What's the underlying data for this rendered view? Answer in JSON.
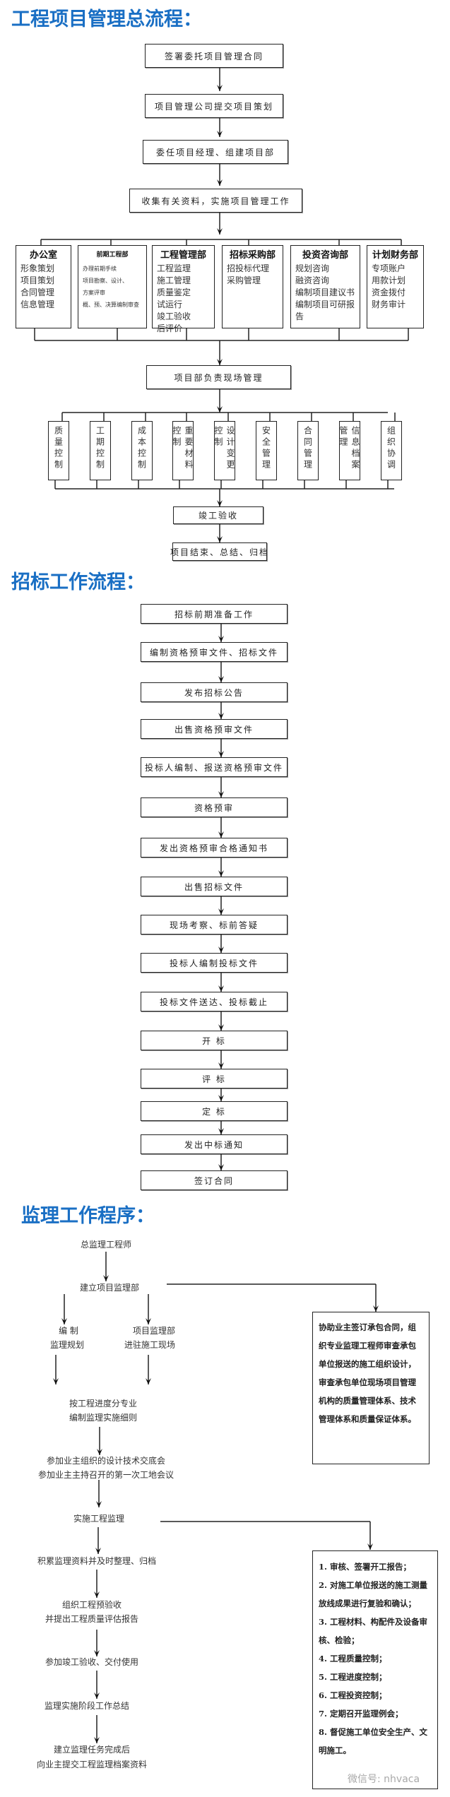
{
  "section1": {
    "title": "工程项目管理总流程：",
    "steps": [
      "签署委托项目管理合同",
      "项目管理公司提交项目策划",
      "委任项目经理、组建项目部",
      "收集有关资料，实施项目管理工作"
    ],
    "departments": [
      {
        "name": "办公室",
        "items": [
          "形象策划",
          "项目策划",
          "合同管理",
          "信息管理"
        ]
      },
      {
        "name": "前期工程部",
        "items": [
          "办理前期手续",
          "项目勘察、设计、",
          "方案评审",
          "概、预、决算编制审查"
        ]
      },
      {
        "name": "工程管理部",
        "items": [
          "工程监理",
          "施工管理",
          "质量鉴定",
          "试运行",
          "竣工验收",
          "后评价"
        ]
      },
      {
        "name": "招标采购部",
        "items": [
          "招投标代理",
          "采购管理"
        ]
      },
      {
        "name": "投资咨询部",
        "items": [
          "规划咨询",
          "融资咨询",
          "编制项目建议书",
          "编制项目可研报告"
        ]
      },
      {
        "name": "计划财务部",
        "items": [
          "专项账户",
          "用款计划",
          "资金拨付",
          "财务审计"
        ]
      }
    ],
    "site_management": "项目部负责现场管理",
    "controls": [
      "质量控制",
      "工期控制",
      "成本控制",
      "重要材料控制",
      "设计变更控制",
      "安全管理",
      "合同管理",
      "信息档案管理",
      "组织协调"
    ],
    "acceptance": "竣工验收",
    "closing": "项目结束、总结、归档"
  },
  "section2": {
    "title": "招标工作流程：",
    "steps": [
      "招标前期准备工作",
      "编制资格预审文件、招标文件",
      "发布招标公告",
      "出售资格预审文件",
      "投标人编制、报送资格预审文件",
      "资格预审",
      "发出资格预审合格通知书",
      "出售招标文件",
      "现场考察、标前答疑",
      "投标人编制投标文件",
      "投标文件送达、投标截止",
      "开 标",
      "评 标",
      "定 标",
      "发出中标通知",
      "签订合同"
    ]
  },
  "section3": {
    "title": "监理工作程序：",
    "chief": "总监理工程师",
    "establish": "建立项目监理部",
    "branch_left": [
      "编 制",
      "监理规划"
    ],
    "branch_right": [
      "项目监理部",
      "进驻施工现场"
    ],
    "detail_rules": [
      "按工程进度分专业",
      "编制监理实施细则"
    ],
    "meetings": [
      "参加业主组织的设计技术交底会",
      "参加业主主持召开的第一次工地会议"
    ],
    "implement": "实施工程监理",
    "archive": "积累监理资料并及时整理、归档",
    "pre_acceptance": [
      "组织工程预验收",
      "并提出工程质量评估报告"
    ],
    "final_acceptance": "参加竣工验收、交付使用",
    "summary": "监理实施阶段工作总结",
    "handover": [
      "建立监理任务完成后",
      "向业主提交工程监理档案资料"
    ],
    "note1": "协助业主签订承包合同，组织专业监理工程师审查承包单位报送的施工组织设计，审查承包单位现场项目管理机构的质量管理体系、技术管理体系和质量保证体系。",
    "note2_items": [
      "1. 审核、签署开工报告；",
      "2. 对施工单位报送的施工测量放线成果进行复验和确认；",
      "3. 工程材料、构配件及设备审核、检验；",
      "4. 工程质量控制；",
      "5. 工程进度控制；",
      "6. 工程投资控制；",
      "7. 定期召开监理例会；",
      "8. 督促施工单位安全生产、文明施工。"
    ]
  },
  "watermark": "微信号: nhvaca",
  "colors": {
    "title": "#1a6fc4",
    "line": "#222222"
  }
}
